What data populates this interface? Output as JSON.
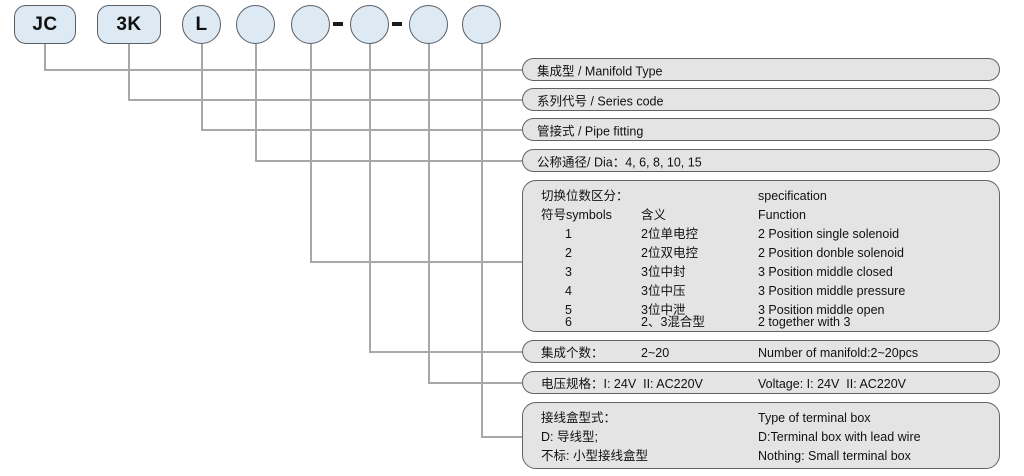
{
  "diagram": {
    "title": "Manifold valve model code designation",
    "colors": {
      "token_fill": "#dde9f3",
      "token_border": "#5a5f66",
      "box_fill": "#e4e4e4",
      "box_border": "#636363",
      "connector": "#a8a8a8",
      "text": "#111111"
    }
  },
  "code_tokens": [
    {
      "label": "JC",
      "shape": "rect"
    },
    {
      "label": "3K",
      "shape": "rect"
    },
    {
      "label": "L",
      "shape": "circ"
    },
    {
      "label": "",
      "shape": "circ"
    },
    {
      "label": "",
      "shape": "circ"
    },
    {
      "label": "",
      "shape": "circ"
    },
    {
      "label": "",
      "shape": "circ"
    },
    {
      "label": "",
      "shape": "circ"
    }
  ],
  "separators": [
    {
      "glyph": "-"
    },
    {
      "glyph": "-"
    }
  ],
  "labels": {
    "manifold_type": "集成型 / Manifold Type",
    "series_code": "系列代号 / Series code",
    "pipe_fitting": "管接式 / Pipe fitting",
    "dia": "公称通径/ Dia：4, 6, 8, 10, 15"
  },
  "spec_block": {
    "header_cn": "切换位数区分：",
    "header_en": "specification",
    "col_symbol": "符号symbols",
    "col_meaning": "含义",
    "col_function": "Function",
    "rows": [
      {
        "symbol": "1",
        "meaning": "2位单电控",
        "function": "2 Position single solenoid"
      },
      {
        "symbol": "2",
        "meaning": "2位双电控",
        "function": "2 Position donble solenoid"
      },
      {
        "symbol": "3",
        "meaning": "3位中封",
        "function": "3 Position middle closed"
      },
      {
        "symbol": "4",
        "meaning": "3位中压",
        "function": "3 Position middle pressure"
      },
      {
        "symbol": "5",
        "meaning": "3位中泄",
        "function": "3 Position middle open"
      },
      {
        "symbol": "6",
        "meaning": "2、3混合型",
        "function": "2 together with 3"
      }
    ]
  },
  "manifold_count": {
    "cn_label": "集成个数：",
    "value": "2~20",
    "en": "Number of manifold:2~20pcs"
  },
  "voltage": {
    "cn_label": "电压规格：I: 24V  II: AC220V",
    "en": "Voltage: I: 24V  II: AC220V"
  },
  "terminal_box": {
    "cn_lines": [
      "接线盒型式：",
      "D: 导线型;",
      "不标: 小型接线盒型"
    ],
    "en_lines": [
      "Type of terminal box",
      "D:Terminal box with lead wire",
      "Nothing: Small terminal box"
    ]
  }
}
